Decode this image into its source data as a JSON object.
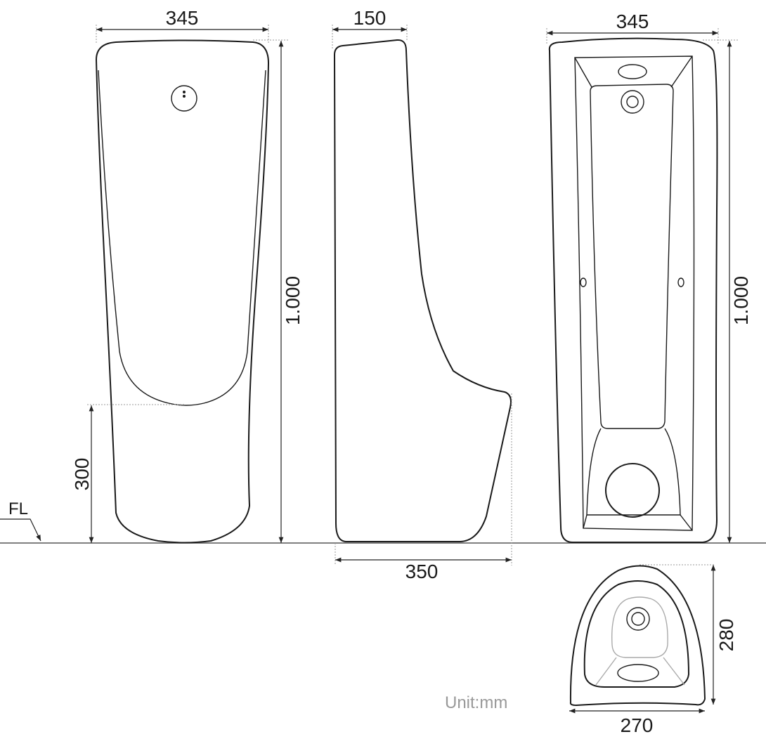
{
  "title": "Urinal dimension drawing",
  "front_view": {
    "width_label": "345",
    "height_label": "1.000",
    "inlet_height_label": "300"
  },
  "side_view": {
    "depth_top_label": "150",
    "depth_bottom_label": "350"
  },
  "rear_view": {
    "width_label": "345",
    "height_label": "1.000"
  },
  "top_view": {
    "depth_label": "280",
    "width_label": "270"
  },
  "floor_label": "FL",
  "unit_label": "Unit:mm",
  "colors": {
    "line": "#1a1a1a",
    "hidden_line": "#aaaaaa",
    "unit_text": "#999999"
  }
}
